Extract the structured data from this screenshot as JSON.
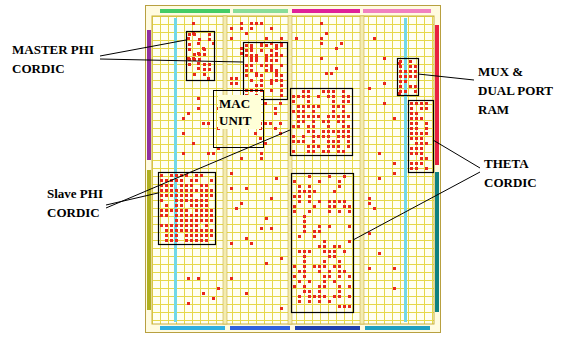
{
  "diagram": {
    "nodes": [
      {
        "text": [
          "MAC UNIT"
        ]
      }
    ],
    "labels": [
      "MASTER PHI CORDIC",
      "Slave PHI CORDIC",
      "MUX & DUAL PORT RAM",
      "THETA CORDIC"
    ]
  }
}
